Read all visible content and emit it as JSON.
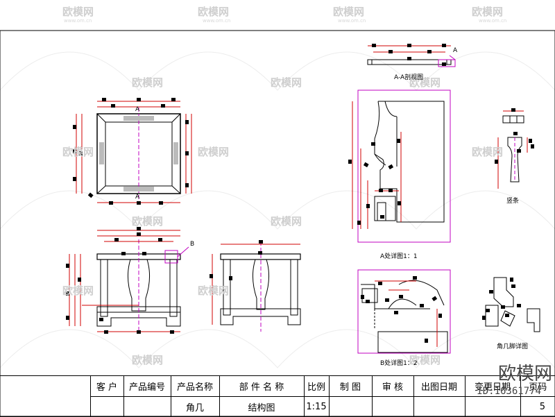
{
  "watermark": {
    "text": "欧模网",
    "site": "www.om.cn"
  },
  "labels": {
    "section_a_top": "A",
    "section_a_bottom": "A",
    "callout_b": "B",
    "callout_a": "A",
    "aa_section": "A-A剖视图",
    "detail_a": "A处详图1：1",
    "detail_b": "B处详图1：2",
    "vertical_bar": "竖条",
    "corner_leg": "角几脚详图"
  },
  "title_block": {
    "customer": "客 户",
    "product_no": "产品编号",
    "product_name_h": "产品名称",
    "part_name_h": "部 件 名 称",
    "scale_h": "比例",
    "drawn_h": "制 图",
    "checked_h": "审 核",
    "issue_date_h": "出图日期",
    "change_date_h": "变更日期",
    "page_h": "页码",
    "product_name": "角几",
    "part_name": "结构图",
    "scale": "1:15",
    "page": "5"
  },
  "brand": {
    "logo": "欧模网",
    "id": "ID:16361774"
  }
}
